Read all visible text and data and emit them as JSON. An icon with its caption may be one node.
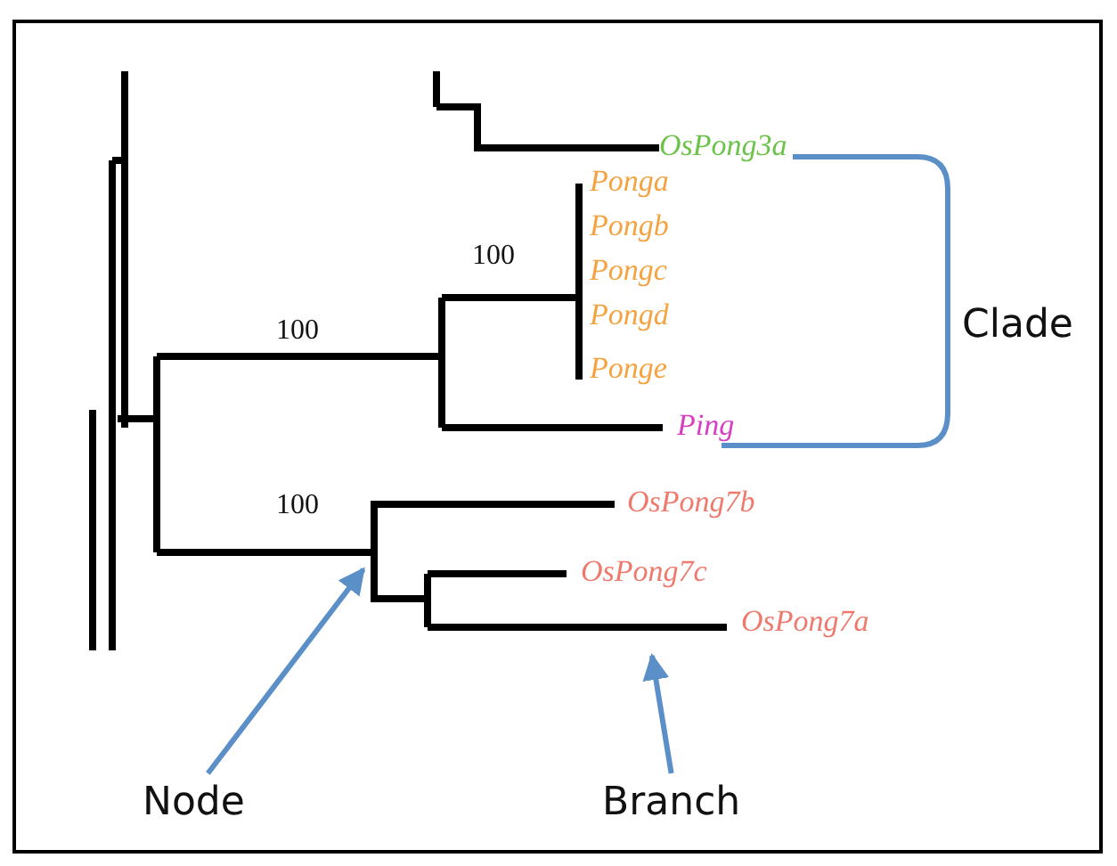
{
  "diagram": {
    "nodes": [
      {
        "text": [
          "Node"
        ]
      },
      {
        "text": [
          "Branch"
        ]
      },
      {
        "text": [],
        "shape": "point"
      },
      {
        "text": [],
        "shape": "line"
      }
    ],
    "edges": [
      {
        "from": 0,
        "to": 2,
        "arrow": "to"
      },
      {
        "from": 1,
        "to": 3,
        "arrow": "to"
      }
    ],
    "labels": [
      "OsPong3a",
      "Ponga",
      "Pongb",
      "100",
      "Pongc",
      "Pongd",
      "100",
      "Ponge",
      "Ping",
      "100",
      "OsPong7b",
      "OsPong7c",
      "OsPong7a",
      "Clade"
    ]
  }
}
